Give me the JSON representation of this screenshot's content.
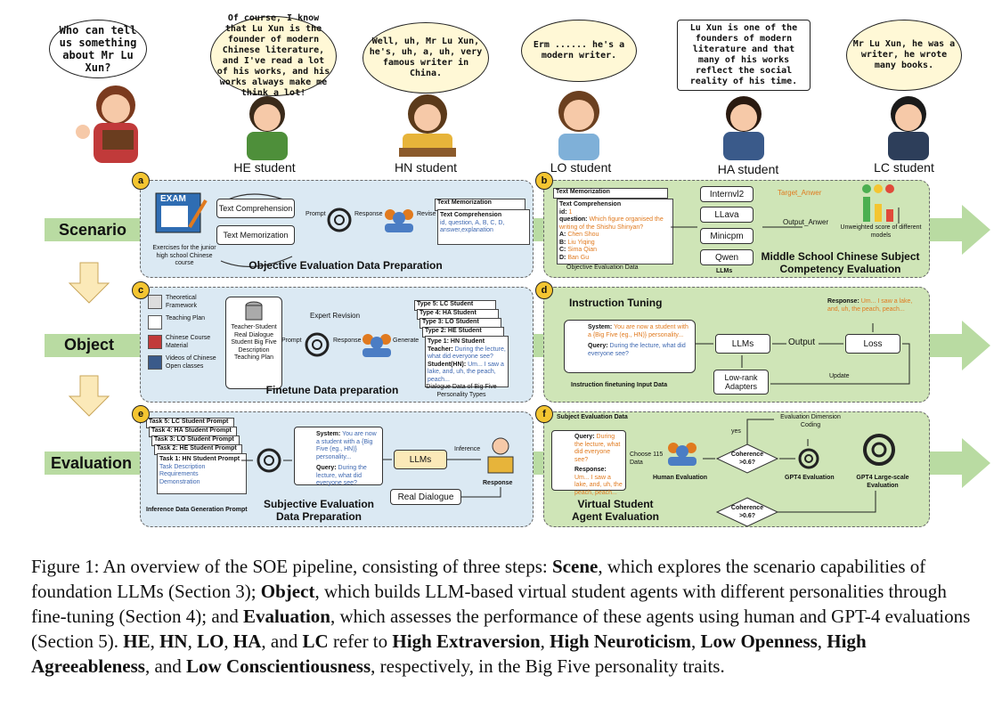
{
  "teacher": {
    "question": "Who can tell us something about Mr Lu Xun?"
  },
  "students": [
    {
      "label": "HE student",
      "quote": "Of course, I know that Lu Xun is the founder of modern Chinese literature, and I've read a lot of his works, and his works always make me think a lot!"
    },
    {
      "label": "HN student",
      "quote": "Well, uh, Mr Lu Xun, he's, uh, a, uh, very famous writer in China."
    },
    {
      "label": "LO student",
      "quote": "Erm ...... he's a modern writer."
    },
    {
      "label": "HA student",
      "quote": "Lu Xun is one of the founders of modern literature and that many of his works reflect the social reality of his time."
    },
    {
      "label": "LC student",
      "quote": "Mr Lu Xun, he was a writer, he wrote many books."
    }
  ],
  "rows": {
    "scenario": "Scenario",
    "object": "Object",
    "evaluation": "Evaluation"
  },
  "badges": [
    "a",
    "b",
    "c",
    "d",
    "e",
    "f"
  ],
  "panel_a": {
    "exam": "EXAM",
    "exam_caption": "Exercises for the junior high school Chinese course",
    "comp": "Text Comprehension",
    "memo": "Text Memorization",
    "prompt": "Prompt",
    "response": "Response",
    "revise": "Revise",
    "out_back": "Text Memorization",
    "out_front": "Text Comprehension",
    "out_fields": "id, question, A, B, C, D, answer,explanation",
    "title": "Objective Evaluation Data Preparation"
  },
  "panel_b": {
    "card_back": "Text Memorization",
    "card_front": "Text Comprehension",
    "id": "id:",
    "id_val": "1",
    "question": "question:",
    "question_val": "Which figure organised the writing of the Shishu Shinyan?",
    "opts": [
      {
        "k": "A:",
        "v": "Chen Shou"
      },
      {
        "k": "B:",
        "v": "Liu Yiqing"
      },
      {
        "k": "C:",
        "v": "Sima Qian"
      },
      {
        "k": "D:",
        "v": "Ban Gu"
      }
    ],
    "data_caption": "Objective Evaluation Data",
    "models": [
      "Internvl2",
      "LLava",
      "Minicpm",
      "Qwen"
    ],
    "models_caption": "LLMs",
    "target": "Target_Anwer",
    "output": "Output_Anwer",
    "score_caption": "Unweighted score of different models",
    "title": "Middle School Chinese Subject Competency Evaluation"
  },
  "panel_c": {
    "materials": [
      "Theoretical Framework",
      "Teaching Plan",
      "Chinese Course Material",
      "Videos of Chinese Open classes"
    ],
    "db_lines": [
      "Teacher-Student Real Dialogue",
      "Student Big Five Description",
      "Teaching Plan"
    ],
    "expert": "Expert Revision",
    "prompt": "Prompt",
    "response": "Response",
    "generate": "Generate",
    "types": [
      "Type 5: LC Student",
      "Type 4: HA Student",
      "Type 3: LO Student",
      "Type 2: HE Student",
      "Type 1: HN Student"
    ],
    "teacher_line": "Teacher:",
    "teacher_val": "During the lecture, what did everyone see?",
    "student_line": "Student(HN):",
    "student_val": "Um... I saw a lake, and, uh, the peach, peach...",
    "title": "Finetune Data preparation",
    "dialog_caption": "Dialogue Data of Big Five Personality Types"
  },
  "panel_d": {
    "title": "Instruction Tuning",
    "system": "System:",
    "system_val": "You are now a student with a {Big Five (eg., HN)} personality...",
    "query": "Query:",
    "query_val": "During the lecture, what did everyone see?",
    "input_caption": "Instruction finetuning Input Data",
    "llms": "LLMs",
    "output": "Output",
    "loss": "Loss",
    "lora": "Low-rank Adapters",
    "update": "Update",
    "response": "Response:",
    "response_val": "Um... I saw a lake, and, uh, the peach, peach..."
  },
  "panel_e": {
    "tasks": [
      "Task 5: LC Student Prompt",
      "Task 4: HA Student Prompt",
      "Task 3: LO Student Prompt",
      "Task 2: HE Student Prompt",
      "Task 1: HN Student Prompt"
    ],
    "task_items": [
      "Task Description",
      "Requirements",
      "Demonstration"
    ],
    "inf_caption": "Inference Data Generation Prompt",
    "system": "System:",
    "system_val": "You are now a student with a {Big Five (eg., HN)} personality...",
    "query": "Query:",
    "query_val": "During the lecture, what did everyone see?",
    "llms": "LLMs",
    "inference": "Inference",
    "response": "Response",
    "real": "Real Dialogue",
    "title": "Subjective Evaluation Data Preparation"
  },
  "panel_f": {
    "data_title": "Subject Evaluation Data",
    "query": "Query:",
    "query_val": "During the lecture, what did everyone see?",
    "response": "Response:",
    "response_val": "Um... I saw a lake, and, uh, the peach, peach...",
    "choose": "Choose 115 Data",
    "human": "Human Evaluation",
    "coherence1": "Coherence >0.6?",
    "yes": "yes",
    "coding": "Evaluation Dimension Coding",
    "gpt4": "GPT4 Evaluation",
    "gpt4_large": "GPT4 Large-scale Evaluation",
    "coherence2": "Coherence >0.6?",
    "title": "Virtual Student Agent Evaluation"
  },
  "colors": {
    "blue_panel": "#dbe9f3",
    "green_panel": "#cfe5b7",
    "badge": "#f4c531",
    "arrow": "#b9dba2"
  }
}
